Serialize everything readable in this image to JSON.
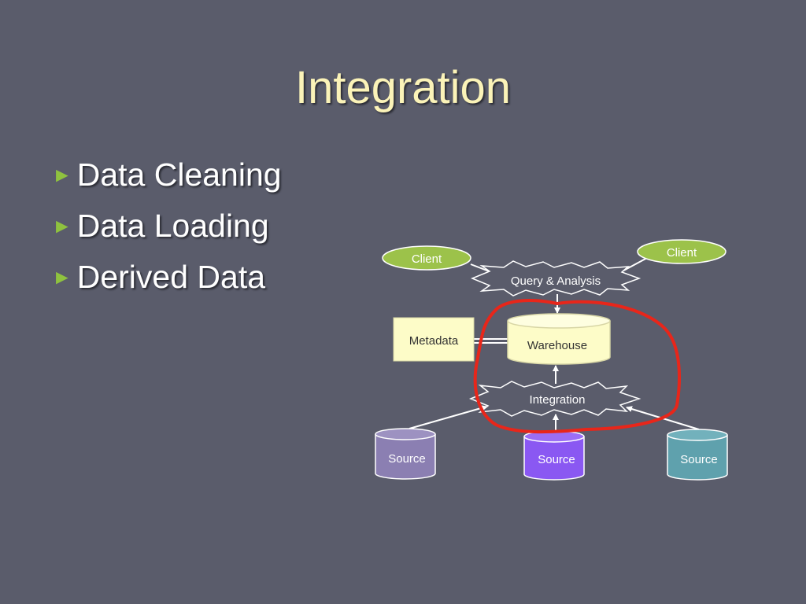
{
  "slide": {
    "title": "Integration",
    "bullets": [
      "Data Cleaning",
      "Data Loading",
      "Derived Data"
    ]
  },
  "diagram": {
    "client_left": "Client",
    "client_right": "Client",
    "query": "Query & Analysis",
    "metadata": "Metadata",
    "warehouse": "Warehouse",
    "integration": "Integration",
    "source_left": "Source",
    "source_middle": "Source",
    "source_right": "Source"
  },
  "colors": {
    "background": "#5a5c6b",
    "title": "#fbf3b8",
    "bullet_marker": "#8fc23f",
    "client": "#9cc24a",
    "warehouse": "#fdfcc8",
    "metadata": "#fdfcc8",
    "source_left": "#8b7fb2",
    "source_middle": "#8a58f2",
    "source_right": "#5fa1ad",
    "highlight": "#e8261a"
  }
}
